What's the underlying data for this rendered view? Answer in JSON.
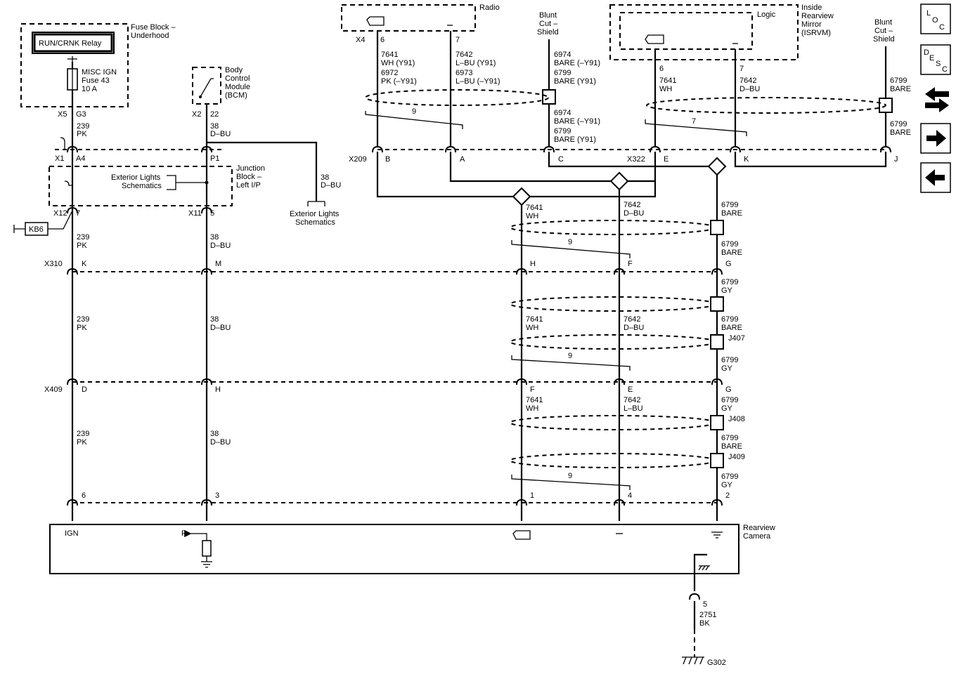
{
  "components": {
    "fuse_block": {
      "title": "Fuse Block –",
      "subtitle": "Underhood",
      "relay": "RUN/CRNK Relay",
      "fuse_l1": "MISC IGN",
      "fuse_l2": "Fuse 43",
      "fuse_l3": "10 A"
    },
    "bcm": {
      "l1": "Body",
      "l2": "Control",
      "l3": "Module",
      "l4": "(BCM)"
    },
    "junction": {
      "l1": "Junction",
      "l2": "Block –",
      "l3": "Left I/P"
    },
    "ext_lights_1": {
      "l1": "Exterior Lights",
      "l2": "Schematics"
    },
    "ext_lights_2": {
      "l1": "Exterior Lights",
      "l2": "Schematics"
    },
    "radio": {
      "title": "Radio"
    },
    "blunt1": {
      "l1": "Blunt",
      "l2": "Cut –",
      "l3": "Shield"
    },
    "logic": {
      "title": "Logic"
    },
    "mirror": {
      "l1": "Inside",
      "l2": "Rearview",
      "l3": "Mirror",
      "l4": "(ISRVM)"
    },
    "blunt2": {
      "l1": "Blunt",
      "l2": "Cut –",
      "l3": "Shield"
    },
    "camera": {
      "l1": "Rearview",
      "l2": "Camera",
      "ign": "IGN",
      "r": "R"
    },
    "kb6": "KB6",
    "ground": "G302"
  },
  "connectors": {
    "x5": "X5",
    "g3": "G3",
    "x2": "X2",
    "p22": "22",
    "x1": "X1",
    "a4": "A4",
    "p1": "P1",
    "x12": "X12",
    "p7": "7",
    "x11": "X11",
    "p5": "5",
    "x310": "X310",
    "k": "K",
    "m": "M",
    "h": "H",
    "f": "F",
    "g": "G",
    "x409": "X409",
    "d": "D",
    "h2": "H",
    "f2": "F",
    "e2": "E",
    "g2": "G",
    "c6": "6",
    "c3": "3",
    "c1": "1",
    "c4": "4",
    "c2": "2",
    "x4": "X4",
    "r6": "6",
    "r7": "7",
    "x209": "X209",
    "b": "B",
    "a": "A",
    "c": "C",
    "x322": "X322",
    "e": "E",
    "kk": "K",
    "j": "J",
    "m6": "6",
    "m7": "7",
    "g5": "5"
  },
  "wires": {
    "pk1": {
      "num": "239",
      "color": "PK"
    },
    "dbu1": {
      "num": "38",
      "color": "D–BU"
    },
    "dbu_ext": {
      "num": "38",
      "color": "D–BU"
    },
    "pk2": {
      "num": "239",
      "color": "PK"
    },
    "dbu2": {
      "num": "38",
      "color": "D–BU"
    },
    "pk3": {
      "num": "239",
      "color": "PK"
    },
    "dbu3": {
      "num": "38",
      "color": "D–BU"
    },
    "pk4": {
      "num": "239",
      "color": "PK"
    },
    "dbu4": {
      "num": "38",
      "color": "D–BU"
    },
    "r6a": "7641",
    "r6b": "WH (Y91)",
    "r6c": "6972",
    "r6d": "PK (–Y91)",
    "r7a": "7642",
    "r7b": "L–BU (Y91)",
    "r7c": "6973",
    "r7d": "L–BU (–Y91)",
    "s1a": "6974",
    "s1b": "BARE (–Y91)",
    "s1c": "6799",
    "s1d": "BARE (Y91)",
    "s2a": "6974",
    "s2b": "BARE (–Y91)",
    "s2c": "6799",
    "s2d": "BARE (Y91)",
    "m6a": "7641",
    "m6b": "WH",
    "m7a": "7642",
    "m7b": "D–BU",
    "sb1a": "6799",
    "sb1b": "BARE",
    "sb2a": "6799",
    "sb2b": "BARE",
    "twist9a": "9",
    "twist7": "7",
    "ha": "7641",
    "hb": "WH",
    "fa": "7642",
    "fb": "D–BU",
    "ga": "6799",
    "gb": "BARE",
    "twist9b": "9",
    "gc": "6799",
    "gd": "BARE",
    "gye1a": "6799",
    "gye1b": "GY",
    "h2a": "7641",
    "h2b": "WH",
    "f2a": "7642",
    "f2b": "D–BU",
    "g3a": "6799",
    "g3b": "BARE",
    "j407": "J407",
    "twist9c": "9",
    "gy2a": "6799",
    "gy2b": "GY",
    "h3a": "7641",
    "h3b": "WH",
    "f3a": "7642",
    "f3b": "L–BU",
    "gy3a": "6799",
    "gy3b": "GY",
    "j408": "J408",
    "bare4a": "6799",
    "bare4b": "BARE",
    "j409": "J409",
    "twist9d": "9",
    "gy4a": "6799",
    "gy4b": "GY",
    "bk_a": "2751",
    "bk_b": "BK"
  },
  "nav": {
    "loc": [
      "L",
      "O",
      "C"
    ],
    "desc": [
      "D",
      "E",
      "S",
      "C"
    ]
  }
}
